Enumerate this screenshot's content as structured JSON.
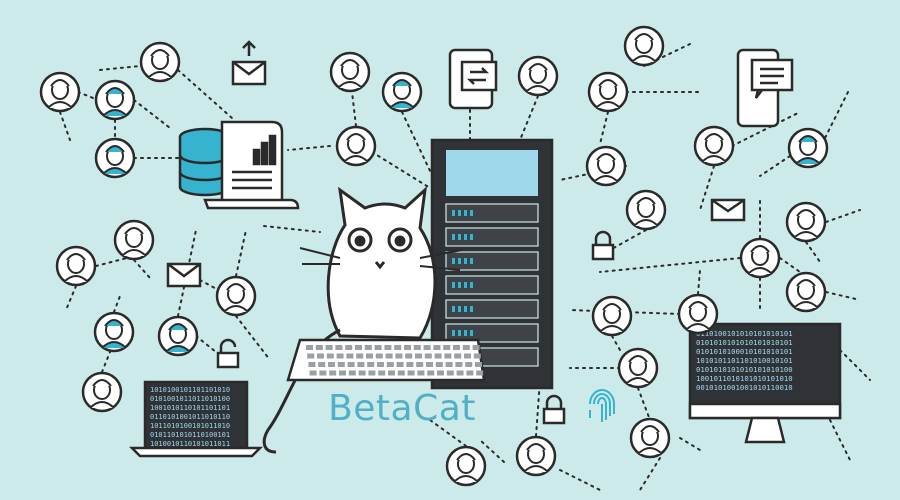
{
  "brand": {
    "name": "BetaCat"
  },
  "colors": {
    "background": "#cdeaea",
    "accent": "#35b3cf",
    "outline": "#2a2a2a",
    "server_dark": "#2f3236",
    "server_screen": "#9fd8ea",
    "document": "#ffffff"
  },
  "screens": {
    "laptop_binary": [
      "1010100101101101010",
      "0101001011011010100",
      "1001010110101101101",
      "0110101001011010110",
      "1011010100101011010",
      "0101101010110100101",
      "1010010110101011011"
    ],
    "monitor_binary": [
      "0110100101010101010101",
      "0101010101010101010101",
      "0101010100010101010101",
      "1010101101101010010101",
      "0101010101010101010100",
      "1001011010101010101010",
      "0010101001001010110010"
    ]
  },
  "icons": [
    "server-rack-icon",
    "database-icon",
    "document-chart-icon",
    "envelope-icon",
    "smartphone-chat-icon",
    "smartphone-sync-icon",
    "padlock-icon",
    "fingerprint-icon",
    "laptop-icon",
    "monitor-icon",
    "keyboard-icon",
    "cat-mascot"
  ]
}
